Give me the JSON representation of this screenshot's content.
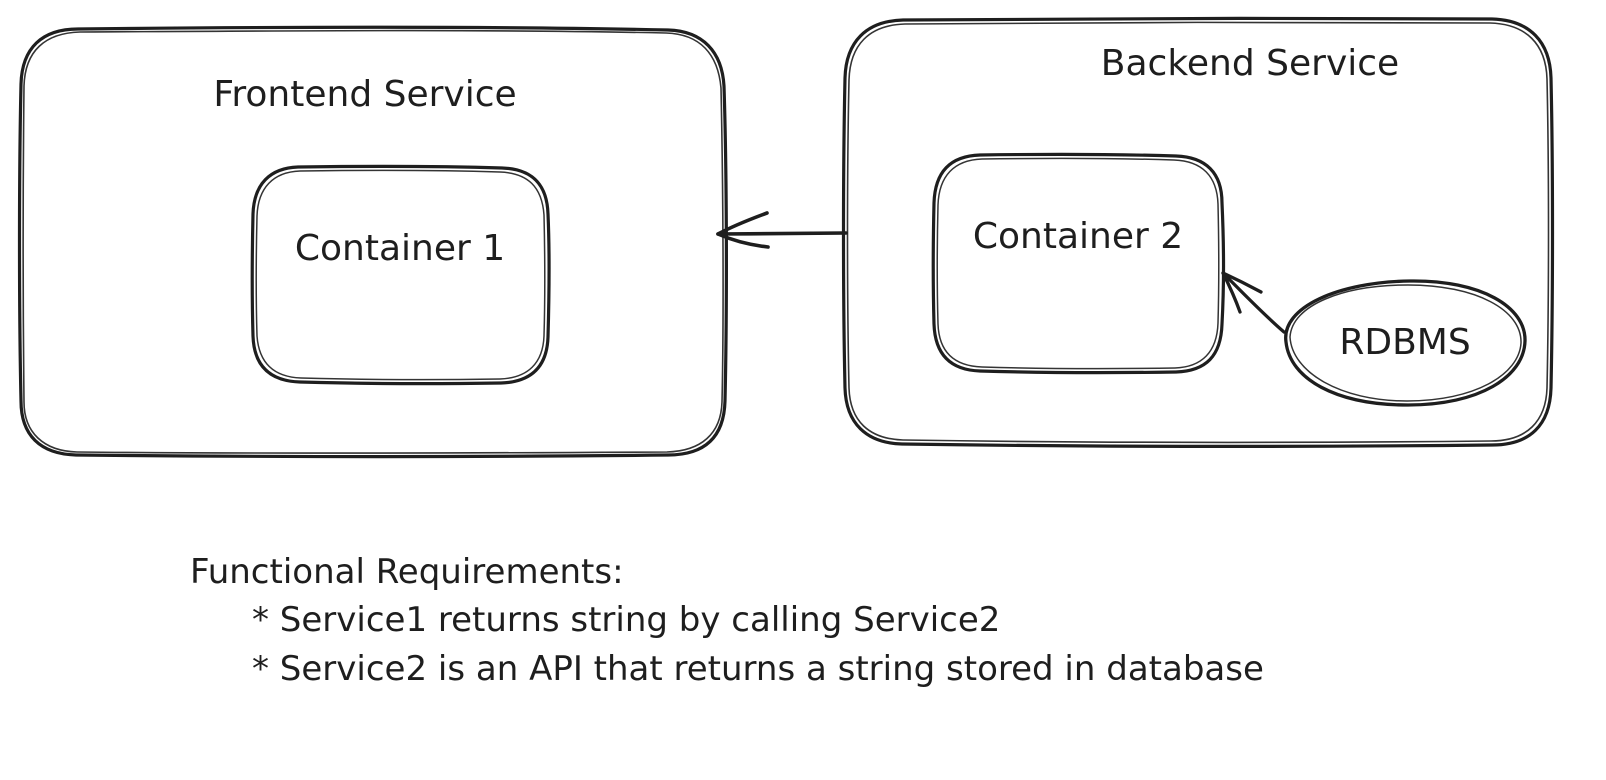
{
  "diagram": {
    "frontend": {
      "title": "Frontend Service",
      "container": "Container 1"
    },
    "backend": {
      "title": "Backend Service",
      "container": "Container 2",
      "database": "RDBMS"
    },
    "connections": [
      {
        "from": "backend-service",
        "to": "frontend-service",
        "kind": "arrow"
      },
      {
        "from": "rdbms",
        "to": "container-2",
        "kind": "arrow"
      }
    ]
  },
  "requirements": {
    "title": "Functional Requirements:",
    "items": [
      "* Service1 returns string by calling Service2",
      "* Service2 is an API that returns a string stored in database"
    ]
  },
  "colors": {
    "stroke": "#1e1e1e",
    "background": "#ffffff"
  }
}
